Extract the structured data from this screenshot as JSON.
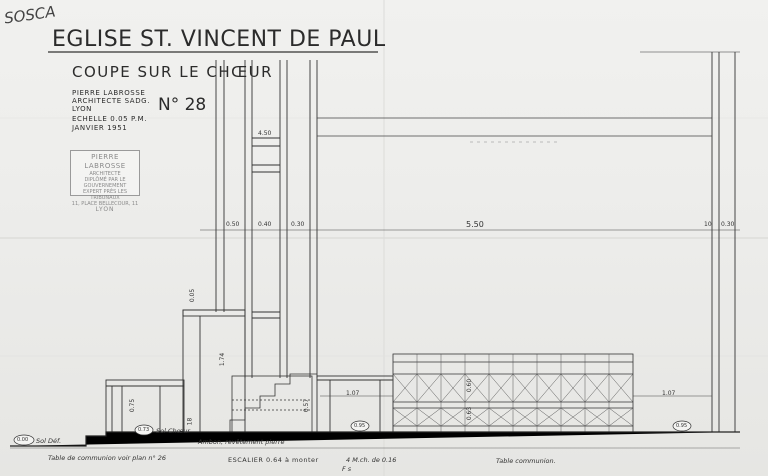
{
  "corner_mark": "SOSCA",
  "title": "EGLISE ST. VINCENT DE PAUL",
  "subtitle": "COUPE SUR LE CHŒUR",
  "architect": {
    "name": "PIERRE LABROSSE",
    "role": "ARCHITECTE SADG.",
    "city": "LYON",
    "scale": "ECHELLE 0.05 P.M.",
    "date": "JANVIER 1951"
  },
  "sheet_number": "N° 28",
  "stamp": {
    "name": "PIERRE LABROSSE",
    "role": "ARCHITECTE",
    "line1": "DIPLÔMÉ PAR LE GOUVERNEMENT",
    "line2": "EXPERT PRÈS LES TRIBUNAUX",
    "address": "11, PLACE BELLECOUR, 11",
    "city": "LYON"
  },
  "dimensions": {
    "top_4_50": "4.50",
    "d_0_50": "0.50",
    "d_0_40": "0.40",
    "d_0_30": "0.30",
    "d_5_50": "5.50",
    "d_10": "10",
    "d_0_30_right": "0.30",
    "d_0_05": "0.05",
    "d_1_74": "1.74",
    "d_0_75": "0.75",
    "d_1_07_left": "1.07",
    "d_1_07_right": "1.07",
    "d_0_60": "0.60",
    "d_0_63": "0.63",
    "d_0_57": "0.57",
    "d_0_18": "18"
  },
  "levels": {
    "sol_def": "Sol Déf.",
    "sol_choeur": "Sol Chœur"
  },
  "floor_markers": {
    "m1": "0.00",
    "m2": "0.73",
    "m3": "0.95",
    "m4": "0.95"
  },
  "labels": {
    "ambon": "Ambon, revêtement pierre",
    "table": "Table de communion voir plan n° 26",
    "escalier": "ESCALIER 0.64 à monter",
    "marches": "4 M.ch. de 0.16",
    "f": "F s",
    "table_note": "Table communion."
  },
  "colors": {
    "paper": "#eeeeec",
    "ink": "#2b2b2b",
    "hatch": "#555555"
  }
}
